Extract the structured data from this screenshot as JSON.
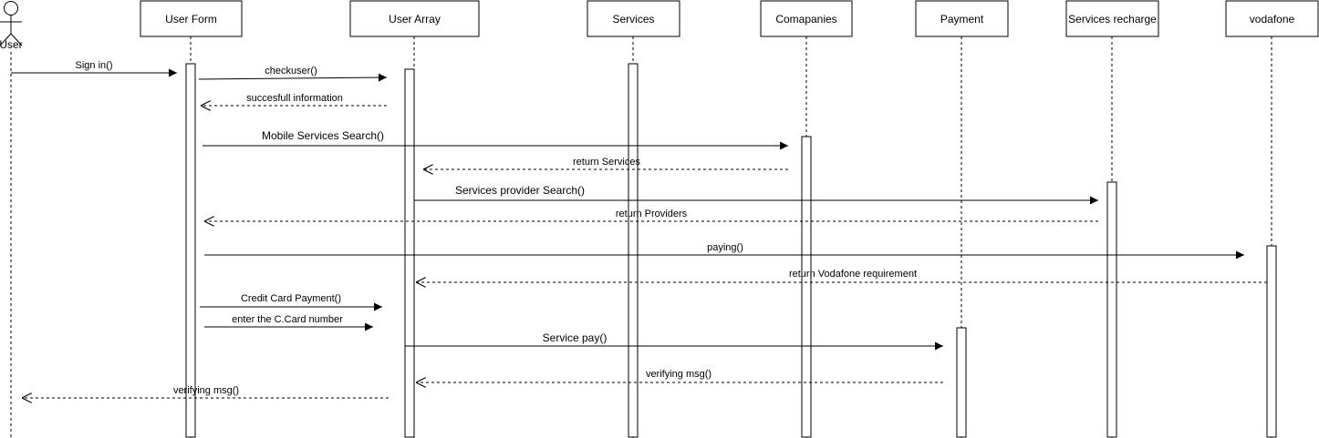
{
  "actor": {
    "label": "User"
  },
  "participants": [
    {
      "id": "form",
      "label": "User Form"
    },
    {
      "id": "array",
      "label": "User Array"
    },
    {
      "id": "services",
      "label": "Services"
    },
    {
      "id": "companies",
      "label": "Comapanies"
    },
    {
      "id": "payment",
      "label": "Payment"
    },
    {
      "id": "recharge",
      "label": "Services recharge"
    },
    {
      "id": "vodafone",
      "label": "vodafone"
    }
  ],
  "messages": [
    {
      "id": "m1",
      "label": "Sign in()",
      "kind": "sync"
    },
    {
      "id": "m2",
      "label": "checkuser()",
      "kind": "sync"
    },
    {
      "id": "m3",
      "label": "succesfull information",
      "kind": "return"
    },
    {
      "id": "m4",
      "label": "Mobile Services Search()",
      "kind": "sync"
    },
    {
      "id": "m5",
      "label": "return Services",
      "kind": "return"
    },
    {
      "id": "m6",
      "label": "Services provider Search()",
      "kind": "sync"
    },
    {
      "id": "m7",
      "label": "return Providers",
      "kind": "return"
    },
    {
      "id": "m8",
      "label": "paying()",
      "kind": "sync"
    },
    {
      "id": "m9",
      "label": "return Vodafone requirement",
      "kind": "return"
    },
    {
      "id": "m10",
      "label": "Credit Card Payment()",
      "kind": "sync"
    },
    {
      "id": "m11",
      "label": "enter the C.Card number",
      "kind": "sync"
    },
    {
      "id": "m12",
      "label": "Service pay()",
      "kind": "sync"
    },
    {
      "id": "m13",
      "label": "verifying msg()",
      "kind": "return"
    },
    {
      "id": "m14",
      "label": "verifying msg()",
      "kind": "return"
    }
  ]
}
